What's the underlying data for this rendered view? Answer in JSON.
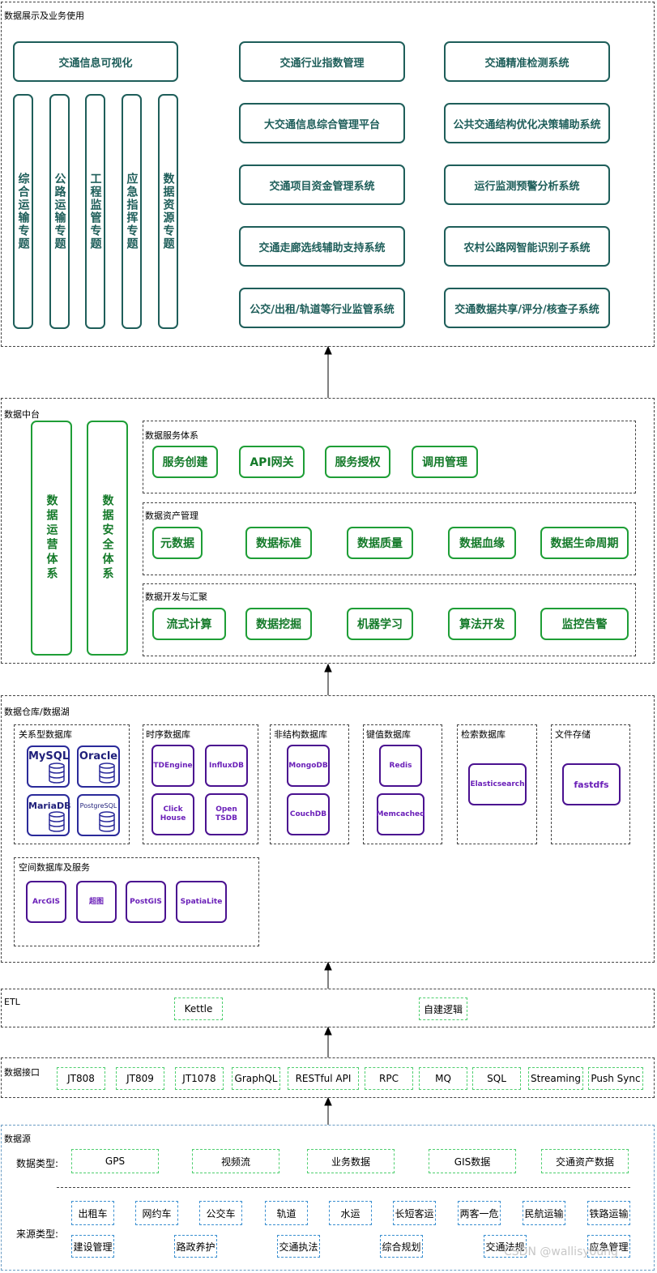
{
  "l1": {
    "title": "数据展示及业务使用",
    "viz": "交通信息可视化",
    "topics": [
      "综合运输专题",
      "公路运输专题",
      "工程监管专题",
      "应急指挥专题",
      "数据资源专题"
    ],
    "col2": [
      "交通行业指数管理",
      "大交通信息综合管理平台",
      "交通项目资金管理系统",
      "交通走廊选线辅助支持系统",
      "公交/出租/轨道等行业监管系统"
    ],
    "col3": [
      "交通精准检测系统",
      "公共交通结构优化决策辅助系统",
      "运行监测预警分析系统",
      "农村公路网智能识别子系统",
      "交通数据共享/评分/核查子系统"
    ]
  },
  "l2": {
    "title": "数据中台",
    "ops": "数据运营体系",
    "sec": "数据安全体系",
    "svc": {
      "title": "数据服务体系",
      "items": [
        "服务创建",
        "API网关",
        "服务授权",
        "调用管理"
      ]
    },
    "asset": {
      "title": "数据资产管理",
      "items": [
        "元数据",
        "数据标准",
        "数据质量",
        "数据血缘",
        "数据生命周期"
      ]
    },
    "dev": {
      "title": "数据开发与汇聚",
      "items": [
        "流式计算",
        "数据挖掘",
        "机器学习",
        "算法开发",
        "监控告警"
      ]
    }
  },
  "l3": {
    "title": "数据仓库/数据湖",
    "rel": {
      "title": "关系型数据库",
      "items": [
        "MySQL",
        "Oracle",
        "MariaDB",
        "PostgreSQL"
      ]
    },
    "ts": {
      "title": "时序数据库",
      "items": [
        "TDEngine",
        "InfluxDB",
        "Click House",
        "Open TSDB"
      ]
    },
    "nosql": {
      "title": "非结构数据库",
      "items": [
        "MongoDB",
        "CouchDB"
      ]
    },
    "kv": {
      "title": "键值数据库",
      "items": [
        "Redis",
        "Memcached"
      ]
    },
    "search": {
      "title": "检索数据库",
      "items": [
        "Elasticsearch"
      ]
    },
    "file": {
      "title": "文件存储",
      "items": [
        "fastdfs"
      ]
    },
    "geo": {
      "title": "空间数据库及服务",
      "items": [
        "ArcGIS",
        "超图",
        "PostGIS",
        "SpatiaLite"
      ]
    }
  },
  "l4": {
    "title": "ETL",
    "items": [
      "Kettle",
      "自建逻辑"
    ]
  },
  "l5": {
    "title": "数据接口",
    "items": [
      "JT808",
      "JT809",
      "JT1078",
      "GraphQL",
      "RESTful API",
      "RPC",
      "MQ",
      "SQL",
      "Streaming",
      "Push Sync"
    ]
  },
  "l6": {
    "title": "数据源",
    "typeLabel": "数据类型:",
    "types": [
      "GPS",
      "视频流",
      "业务数据",
      "GIS数据",
      "交通资产数据"
    ],
    "srcLabel": "来源类型:",
    "row1": [
      "出租车",
      "网约车",
      "公交车",
      "轨道",
      "水运",
      "长短客运",
      "两客一危",
      "民航运输",
      "铁路运输"
    ],
    "row2": [
      "建设管理",
      "路政养护",
      "交通执法",
      "综合规划",
      "交通法规",
      "应急管理"
    ]
  },
  "watermark": "CSDN @wallisyoung",
  "colors": {
    "teal": "#1e5e5a",
    "green": "#1e9e36",
    "purple": "#4a1190",
    "navy": "#2a2a9a",
    "chipGreen": "#4fcf6f",
    "chipBlue": "#3a8fd0"
  }
}
